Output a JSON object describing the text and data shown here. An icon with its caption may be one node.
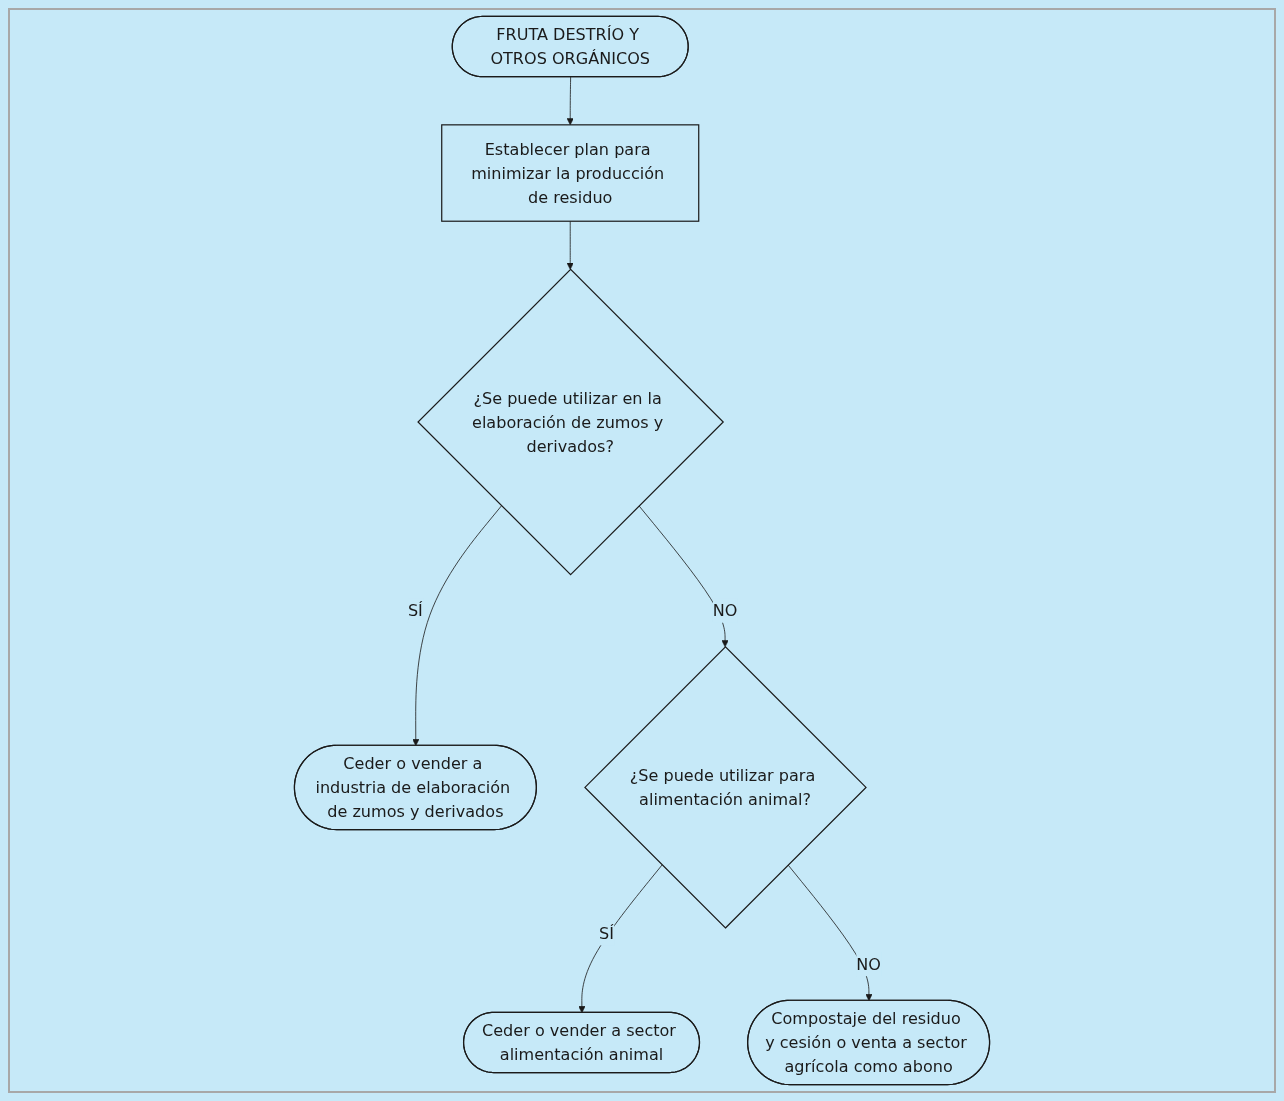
{
  "diagram": {
    "nodes": [
      {
        "text": [
          "FRUTA DESTRÍO Y OTROS ORGÁNICOS"
        ]
      },
      {
        "text": [
          "Establecer plan para minimizar la producción de residuo"
        ]
      },
      {
        "text": [
          "¿Se puede utilizar en la elaboración de zumos y derivados?"
        ]
      },
      {
        "text": [
          "Ceder o vender a industria de elaboración de zumos y derivados"
        ]
      },
      {
        "text": [
          "¿Se puede utilizar para alimentación animal?"
        ]
      },
      {
        "text": [
          "Ceder o vender a sector alimentación animal"
        ]
      },
      {
        "text": [
          "Compostaje del residuo y cesión o venta a sector agrícola como abono"
        ]
      }
    ],
    "edges": [
      {
        "from": 0,
        "to": 1,
        "arrow": "to"
      },
      {
        "from": 1,
        "to": 2,
        "arrow": "to"
      },
      {
        "from": 2,
        "to": 3,
        "label": "SÍ",
        "arrow": "to"
      },
      {
        "from": 2,
        "to": 4,
        "label": "NO",
        "arrow": "to"
      },
      {
        "from": 4,
        "to": 5,
        "label": "SÍ",
        "arrow": "to"
      },
      {
        "from": 4,
        "to": 6,
        "label": "NO",
        "arrow": "to"
      }
    ]
  }
}
